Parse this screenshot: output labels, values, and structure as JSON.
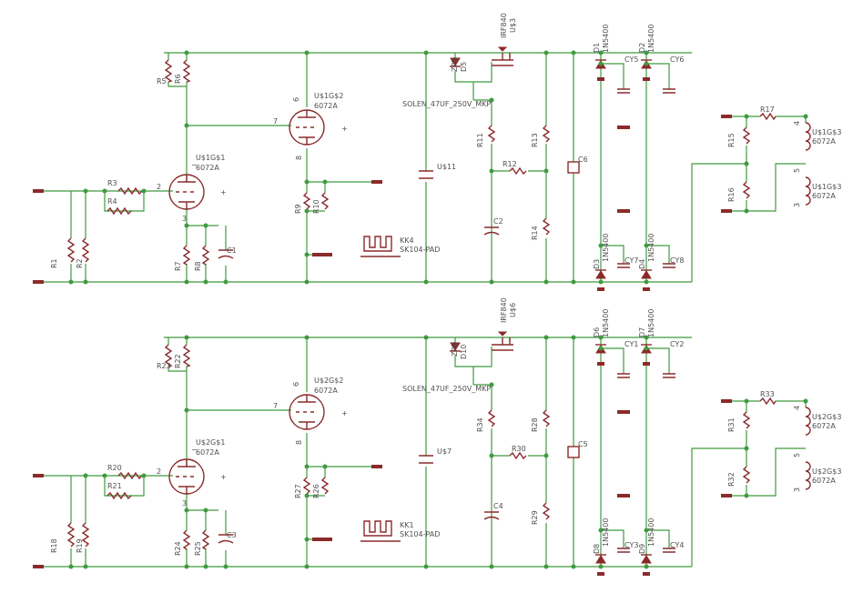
{
  "colors": {
    "wire": "#3f9b3f",
    "part": "#8b2a2a",
    "text": "#505050",
    "background": "#ffffff"
  },
  "channels": [
    {
      "tube_in": "U$1G$1",
      "tube_out": "U$1G$2",
      "tube_type": "6072A",
      "heater_a": "U$1G$3",
      "heater_b": "U$1G$3",
      "r_gnd_a": "R1",
      "r_gnd_b": "R2",
      "r_grid_a": "R3",
      "r_grid_b": "R4",
      "r_plate_a": "R5",
      "r_plate_b": "R6",
      "r_cath_a": "R7",
      "r_cath_b": "R8",
      "r_out_a": "R9",
      "r_out_b": "R10",
      "c_cath": "C1",
      "mosfet": "U$3",
      "mosfet_type": "IRF840",
      "zener": "D5",
      "zener_type": "ZPD",
      "cap_label": "SOLEN_47UF_250V_MKP",
      "cap_big": "U$11",
      "heatsink": "KK4",
      "heatsink_type": "SK104-PAD",
      "r_drop": "R11",
      "r_mid": "R12",
      "r_up": "R13",
      "r_low": "R14",
      "c_filter": "C2",
      "c_res": "C6",
      "d_ul": "D1",
      "d_ur": "D2",
      "d_ll": "D3",
      "d_lr": "D4",
      "diode_type": "1N5400",
      "cy_ul": "CY5",
      "cy_ur": "CY6",
      "cy_ll": "CY7",
      "cy_lr": "CY8",
      "r_heat_top": "R17",
      "r_heat_a": "R15",
      "r_heat_b": "R16",
      "pin_plus": "+",
      "pin_minus": "−",
      "pin_2": "2",
      "pin_3": "3",
      "pin_6": "6",
      "pin_7": "7",
      "pin_8": "8",
      "pin_4": "4",
      "pin_5": "5"
    },
    {
      "tube_in": "U$2G$1",
      "tube_out": "U$2G$2",
      "tube_type": "6072A",
      "heater_a": "U$2G$3",
      "heater_b": "U$2G$3",
      "r_gnd_a": "R18",
      "r_gnd_b": "R19",
      "r_grid_a": "R20",
      "r_grid_b": "R21",
      "r_plate_a": "R23",
      "r_plate_b": "R22",
      "r_cath_a": "R24",
      "r_cath_b": "R25",
      "r_out_a": "R27",
      "r_out_b": "R26",
      "c_cath": "C3",
      "mosfet": "U$6",
      "mosfet_type": "IRF840",
      "zener": "D10",
      "zener_type": "ZPD",
      "cap_label": "SOLEN_47UF_250V_MKP",
      "cap_big": "U$7",
      "heatsink": "KK1",
      "heatsink_type": "SK104-PAD",
      "r_drop": "R34",
      "r_mid": "R30",
      "r_up": "R28",
      "r_low": "R29",
      "c_filter": "C4",
      "c_res": "C5",
      "d_ul": "D6",
      "d_ur": "D7",
      "d_ll": "D8",
      "d_lr": "D9",
      "diode_type": "1N5400",
      "cy_ul": "CY1",
      "cy_ur": "CY2",
      "cy_ll": "CY3",
      "cy_lr": "CY4",
      "r_heat_top": "R33",
      "r_heat_a": "R31",
      "r_heat_b": "R32",
      "pin_plus": "+",
      "pin_minus": "−",
      "pin_2": "2",
      "pin_3": "3",
      "pin_6": "6",
      "pin_7": "7",
      "pin_8": "8",
      "pin_4": "4",
      "pin_5": "5"
    }
  ]
}
